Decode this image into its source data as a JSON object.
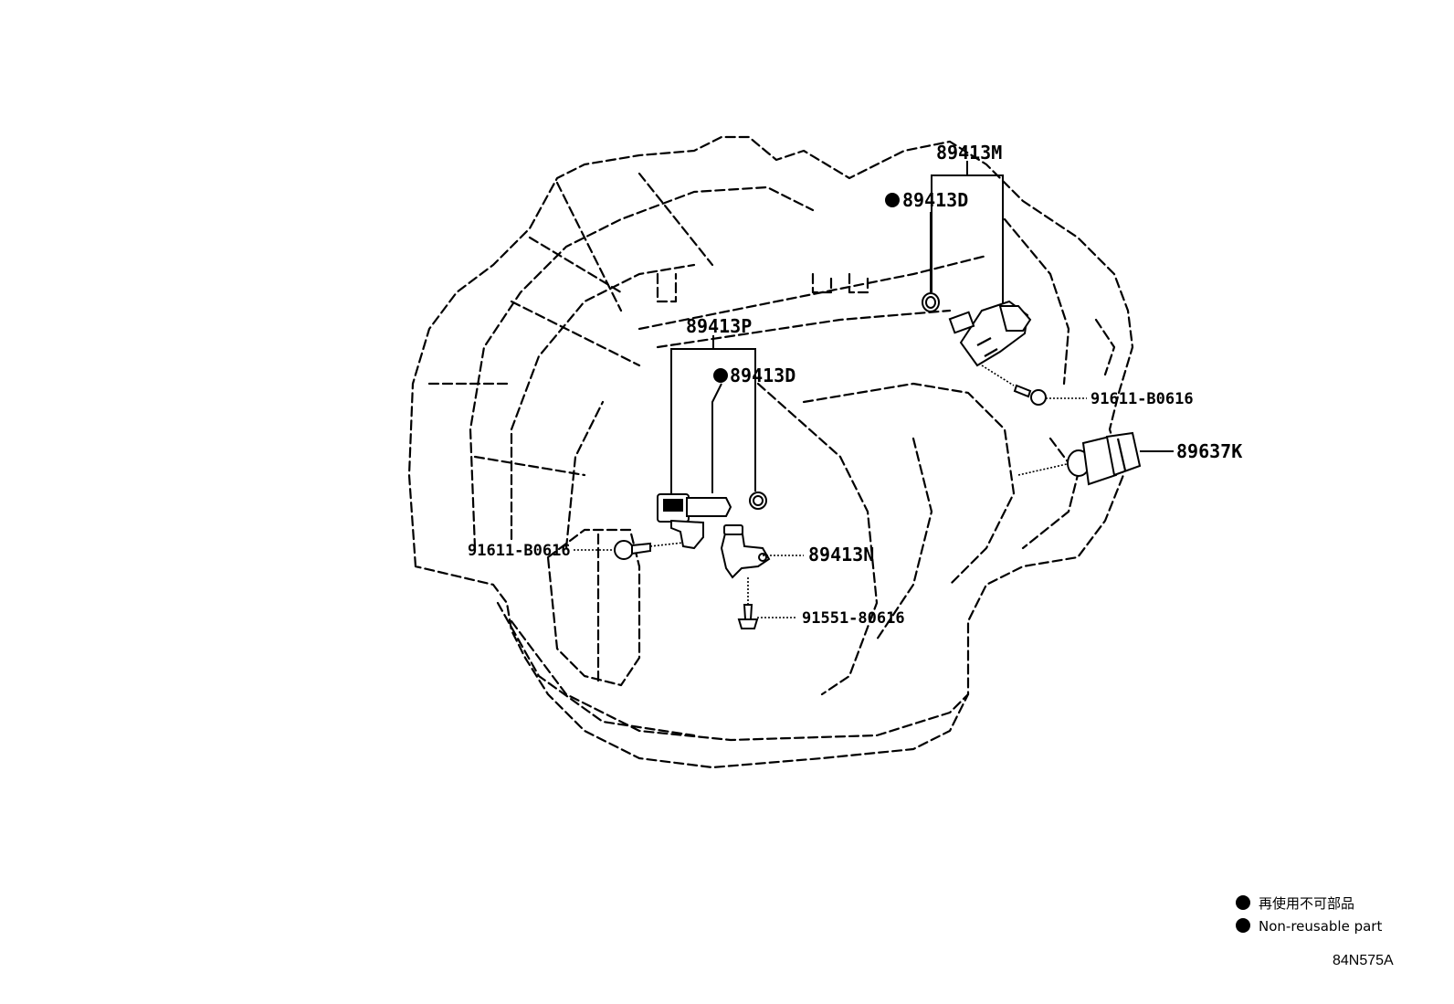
{
  "labels": {
    "p_89413M": "89413M",
    "p_89413D_top": "89413D",
    "p_89413P": "89413P",
    "p_89413D_mid": "89413D",
    "p_91611_right": "91611-B0616",
    "p_89637K": "89637K",
    "p_91611_left": "91611-B0616",
    "p_89413N": "89413N",
    "p_91551": "91551-80616"
  },
  "legend": {
    "line1": "再使用不可部品",
    "line2": "Non-reusable part"
  },
  "diagram_code": "84N575A"
}
